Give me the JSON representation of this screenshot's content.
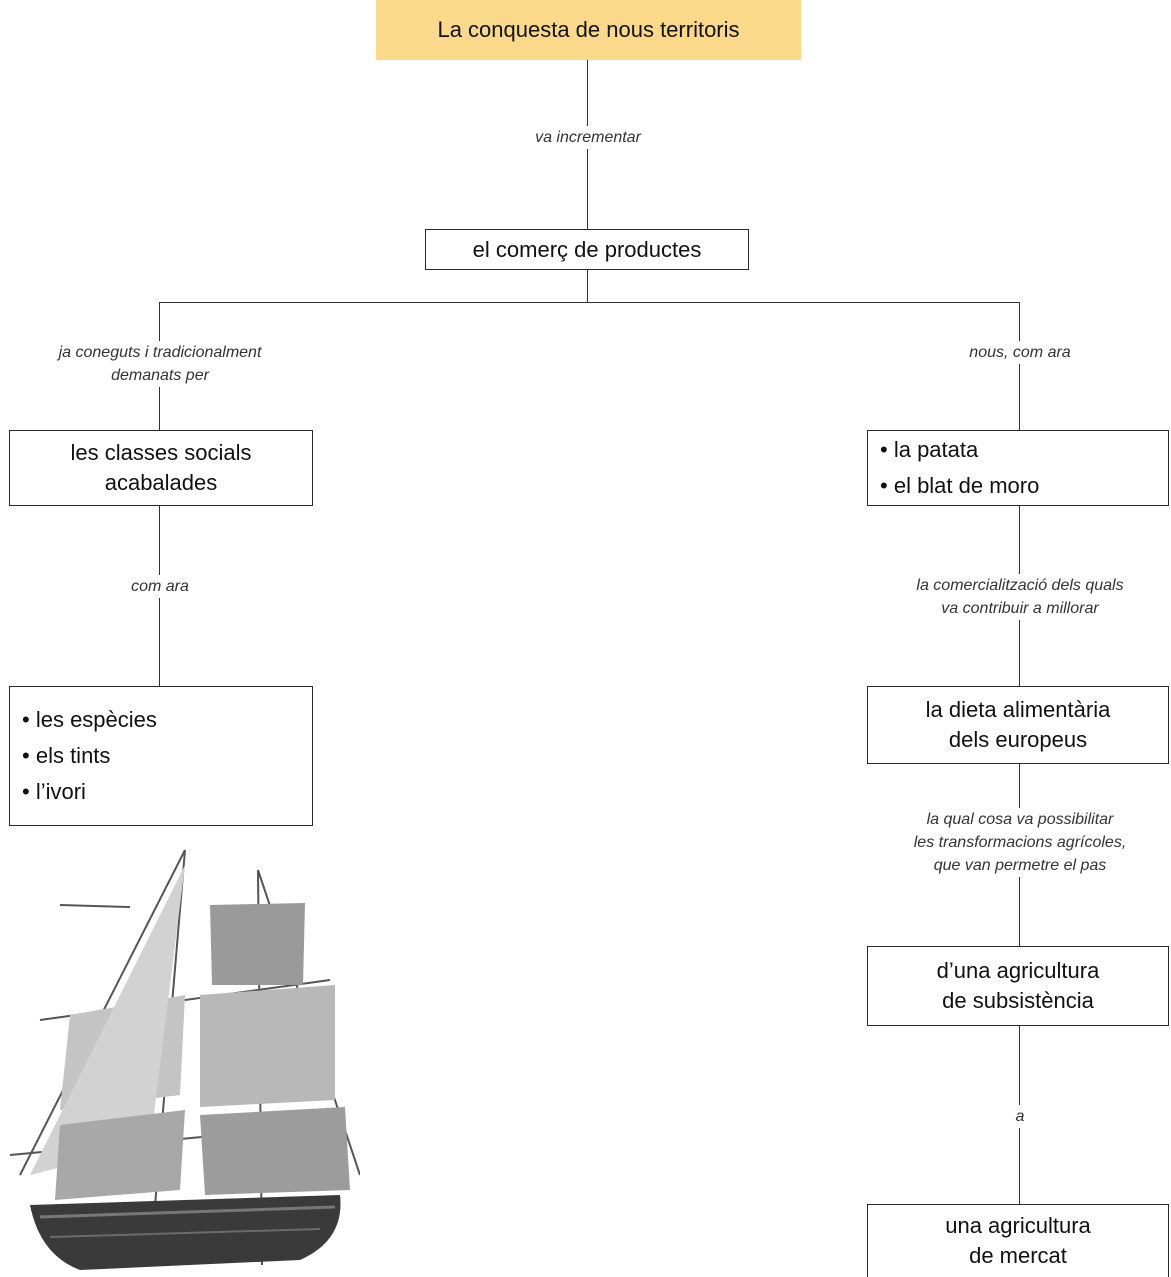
{
  "nodes": {
    "title": "La conquesta de nous territoris",
    "comerc": "el comerç de productes",
    "classes": [
      "les classes socials",
      "acabalades"
    ],
    "left_items": [
      "les espècies",
      "els tints",
      "l’ivori"
    ],
    "right_items": [
      "la patata",
      "el blat de moro"
    ],
    "dieta": [
      "la dieta alimentària",
      "dels europeus"
    ],
    "subsistencia": [
      "d’una agricultura",
      "de subsistència"
    ],
    "mercat": [
      "una agricultura",
      "de mercat"
    ]
  },
  "labels": {
    "incrementar": "va incrementar",
    "coneguts": [
      "ja coneguts i tradicionalment",
      "demanats per"
    ],
    "nous": "nous, com ara",
    "com_ara": "com ara",
    "comercialitzacio": [
      "la comercialització dels quals",
      "va contribuir a millorar"
    ],
    "qual_cosa": [
      "la qual cosa va possibilitar",
      "les transformacions agrícoles,",
      "que van permetre el pas"
    ],
    "a": "a"
  },
  "colors": {
    "title_bg": "#fad98a",
    "line": "#333333"
  },
  "image": {
    "icon": "sailing-ship"
  }
}
